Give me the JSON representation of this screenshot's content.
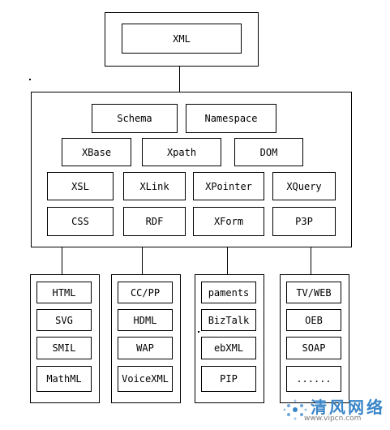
{
  "root": {
    "label": "XML"
  },
  "core": {
    "row1": [
      "Schema",
      "Namespace"
    ],
    "row2": [
      "XBase",
      "Xpath",
      "DOM"
    ],
    "row3": [
      "XSL",
      "XLink",
      "XPointer",
      "XQuery"
    ],
    "row4": [
      "CSS",
      "RDF",
      "XForm",
      "P3P"
    ]
  },
  "groups": [
    {
      "items": [
        "HTML",
        "SVG",
        "SMIL",
        "MathML"
      ]
    },
    {
      "items": [
        "CC/PP",
        "HDML",
        "WAP",
        "VoiceXML"
      ]
    },
    {
      "items": [
        "paments",
        "BizTalk",
        "ebXML",
        "PIP"
      ]
    },
    {
      "items": [
        "TV/WEB",
        "OEB",
        "SOAP",
        "......"
      ]
    }
  ],
  "watermark": {
    "text": "清风网络",
    "url": "www.vipcn.com",
    "color": "#3b86c8"
  }
}
